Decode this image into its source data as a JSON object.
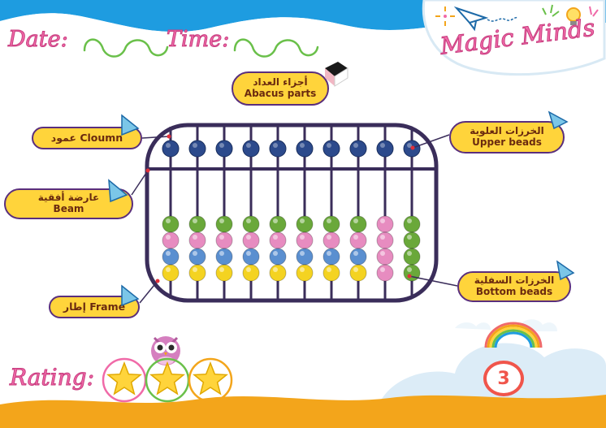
{
  "header": {
    "date_label": "Date:",
    "time_label": "Time:",
    "brand": "Magic Minds"
  },
  "title": {
    "arabic": "أجزاء العداد",
    "english": "Abacus parts"
  },
  "labels": {
    "column": "عمود Cloumn",
    "beam_ar": "عارضة أفقية",
    "beam_en": "Beam",
    "frame": "إطار Frame",
    "upper_ar": "الخرزات العلوية",
    "upper_en": "Upper beads",
    "bottom_ar": "الخرزات السفلية",
    "bottom_en": "Bottom beads"
  },
  "abacus": {
    "rods": 10,
    "lower_beads_per_rod": [
      [
        "green",
        "pink",
        "blue",
        "yellow"
      ],
      [
        "green",
        "pink",
        "blue",
        "yellow"
      ],
      [
        "green",
        "pink",
        "blue",
        "yellow"
      ],
      [
        "green",
        "pink",
        "blue",
        "yellow"
      ],
      [
        "green",
        "pink",
        "blue",
        "yellow"
      ],
      [
        "green",
        "pink",
        "blue",
        "yellow"
      ],
      [
        "green",
        "pink",
        "blue",
        "yellow"
      ],
      [
        "green",
        "pink",
        "blue",
        "yellow"
      ],
      [
        "pink",
        "pink",
        "pink",
        "pink"
      ],
      [
        "green",
        "green",
        "green",
        "green"
      ]
    ],
    "colors": {
      "navy": "#2c4a8c",
      "green": "#6aa83a",
      "pink": "#e78cc0",
      "blue": "#5a8fd0",
      "yellow": "#f4d321",
      "frame": "#3a2d5a"
    }
  },
  "footer": {
    "rating_label": "Rating:",
    "stars": 3,
    "page_number": "3"
  },
  "theme": {
    "sky_blue": "#1e9ce0",
    "wave_orange": "#f3a51b",
    "pill_yellow": "#ffd43b",
    "pill_border": "#5a2f7d",
    "pink_text": "#f06aa8"
  }
}
